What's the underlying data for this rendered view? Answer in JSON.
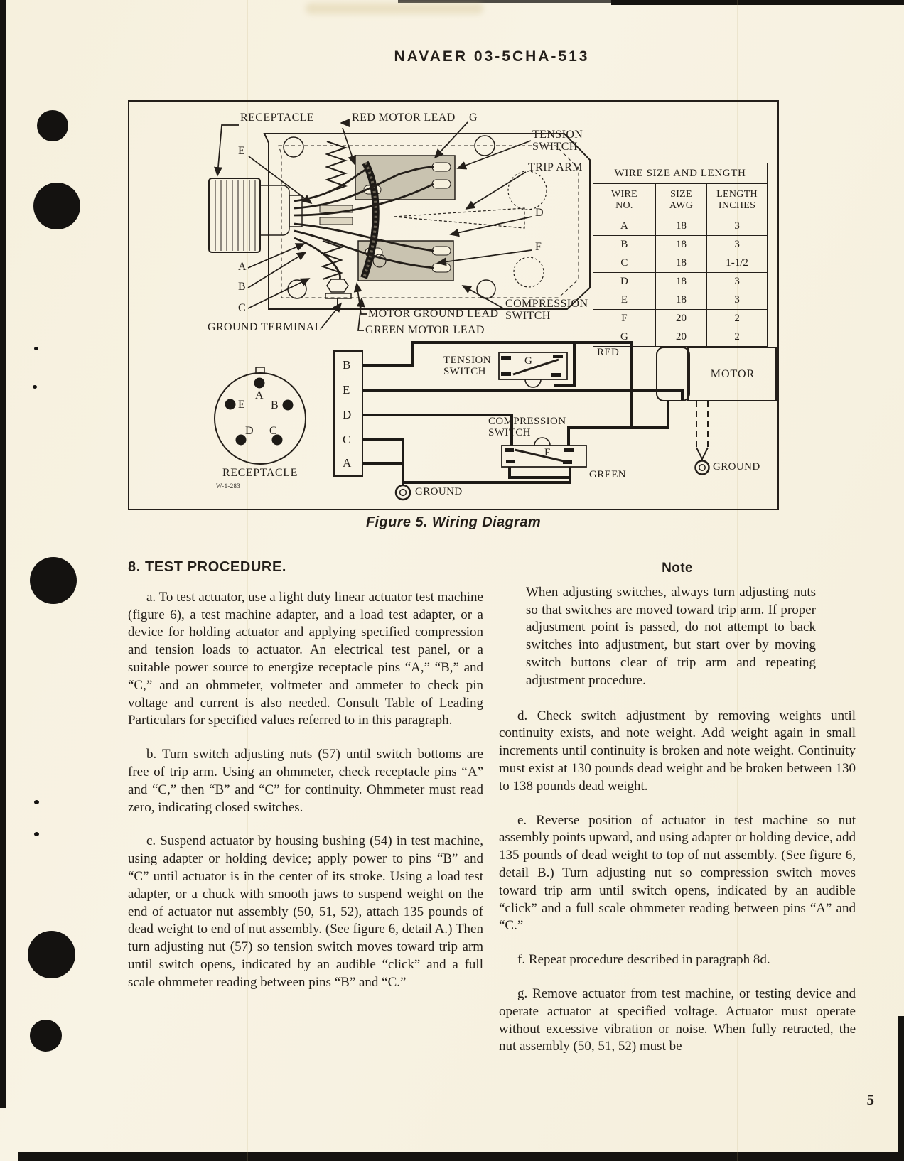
{
  "page": {
    "header": "NAVAER 03-5CHA-513",
    "figure_caption": "Figure 5. Wiring Diagram",
    "page_number": "5"
  },
  "figure": {
    "callouts": {
      "receptacle": "RECEPTACLE",
      "red_motor_lead": "RED MOTOR LEAD",
      "g": "G",
      "tension_switch": "TENSION\nSWITCH",
      "trip_arm": "TRIP ARM",
      "e": "E",
      "d": "D",
      "f": "F",
      "a": "A",
      "b": "B",
      "c": "C",
      "motor_ground_lead": "MOTOR GROUND LEAD",
      "green_motor_lead": "GREEN MOTOR LEAD",
      "ground_terminal": "GROUND TERMINAL",
      "compression_switch": "COMPRESSION\nSWITCH"
    },
    "wire_table": {
      "title": "WIRE SIZE AND LENGTH",
      "columns": [
        "WIRE\nNO.",
        "SIZE\nAWG",
        "LENGTH\nINCHES"
      ],
      "rows": [
        [
          "A",
          "18",
          "3"
        ],
        [
          "B",
          "18",
          "3"
        ],
        [
          "C",
          "18",
          "1-1/2"
        ],
        [
          "D",
          "18",
          "3"
        ],
        [
          "E",
          "18",
          "3"
        ],
        [
          "F",
          "20",
          "2"
        ],
        [
          "G",
          "20",
          "2"
        ]
      ]
    },
    "schematic": {
      "terminal_block": [
        "B",
        "E",
        "D",
        "C",
        "A"
      ],
      "pins": {
        "a": "A",
        "b": "B",
        "c": "C",
        "d": "D",
        "e": "E"
      },
      "receptacle_label": "RECEPTACLE",
      "drawing_number": "W-1-283",
      "tension_switch": "TENSION\nSWITCH",
      "tension_contact": "G",
      "compression_switch": "COMPRESSION\nSWITCH",
      "compression_contact": "F",
      "red_wire": "RED",
      "green_wire": "GREEN",
      "motor": "MOTOR",
      "ground_left": "GROUND",
      "ground_right": "GROUND"
    }
  },
  "content": {
    "left": {
      "heading": "8. TEST PROCEDURE.",
      "paragraphs": [
        "a. To test actuator, use a light duty linear actuator test machine (figure 6), a test machine adapter, and a load test adapter, or a device for holding actuator and applying specified compression and tension loads to actuator. An electrical test panel, or a suitable power source to energize receptacle pins “A,” “B,” and “C,” and an ohmmeter, voltmeter and ammeter to check pin voltage and current is also needed. Consult Table of Leading Particulars for specified values referred to in this paragraph.",
        "b. Turn switch adjusting nuts (57) until switch bottoms are free of trip arm. Using an ohmmeter, check receptacle pins “A” and “C,” then “B” and “C” for continuity. Ohmmeter must read zero, indicating closed switches.",
        "c. Suspend actuator by housing bushing (54) in test machine, using adapter or holding device; apply power to pins “B” and “C” until actuator is in the center of its stroke. Using a load test adapter, or a chuck with smooth jaws to suspend weight on the end of actuator nut assembly (50, 51, 52), attach 135 pounds of dead weight to end of nut assembly. (See figure 6, detail A.) Then turn adjusting nut (57) so tension switch moves toward trip arm until switch opens, indicated by an audible “click” and a full scale ohmmeter reading between pins “B” and “C.”"
      ]
    },
    "right": {
      "note_title": "Note",
      "note_body": "When adjusting switches, always turn adjusting nuts so that switches are moved toward trip arm. If proper adjustment point is passed, do not attempt to back switches into adjustment, but start over by moving switch buttons clear of trip arm and repeating adjustment procedure.",
      "paragraphs": [
        "d. Check switch adjustment by removing weights until continuity exists, and note weight. Add weight again in small increments until continuity is broken and note weight. Continuity must exist at 130 pounds dead weight and be broken between 130 to 138 pounds dead weight.",
        "e. Reverse position of actuator in test machine so nut assembly points upward, and using adapter or holding device, add 135 pounds of dead weight to top of nut assembly. (See figure 6, detail B.) Turn adjusting nut so compression switch moves toward trip arm until switch opens, indicated by an audible “click” and a full scale ohmmeter reading between pins “A” and “C.”",
        "f. Repeat procedure described in paragraph 8d.",
        "g. Remove actuator from test machine, or testing device and operate actuator at specified voltage. Actuator must operate without excessive vibration or noise. When fully retracted, the nut assembly (50, 51, 52) must be"
      ]
    }
  },
  "colors": {
    "ink": "#241f1a",
    "paper": "#f7f2e0"
  }
}
